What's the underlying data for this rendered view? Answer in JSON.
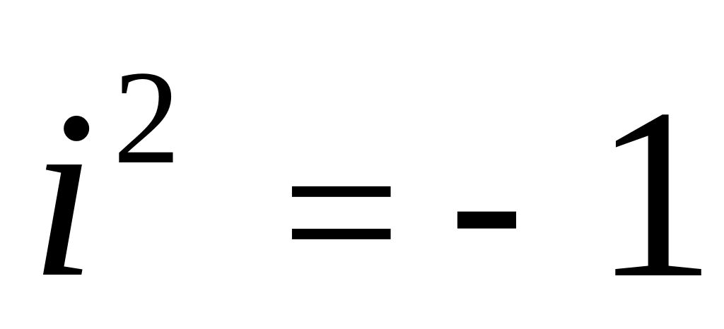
{
  "equation": {
    "base": "i",
    "exponent": "2",
    "relation": "=",
    "sign": "-",
    "value": "1"
  }
}
